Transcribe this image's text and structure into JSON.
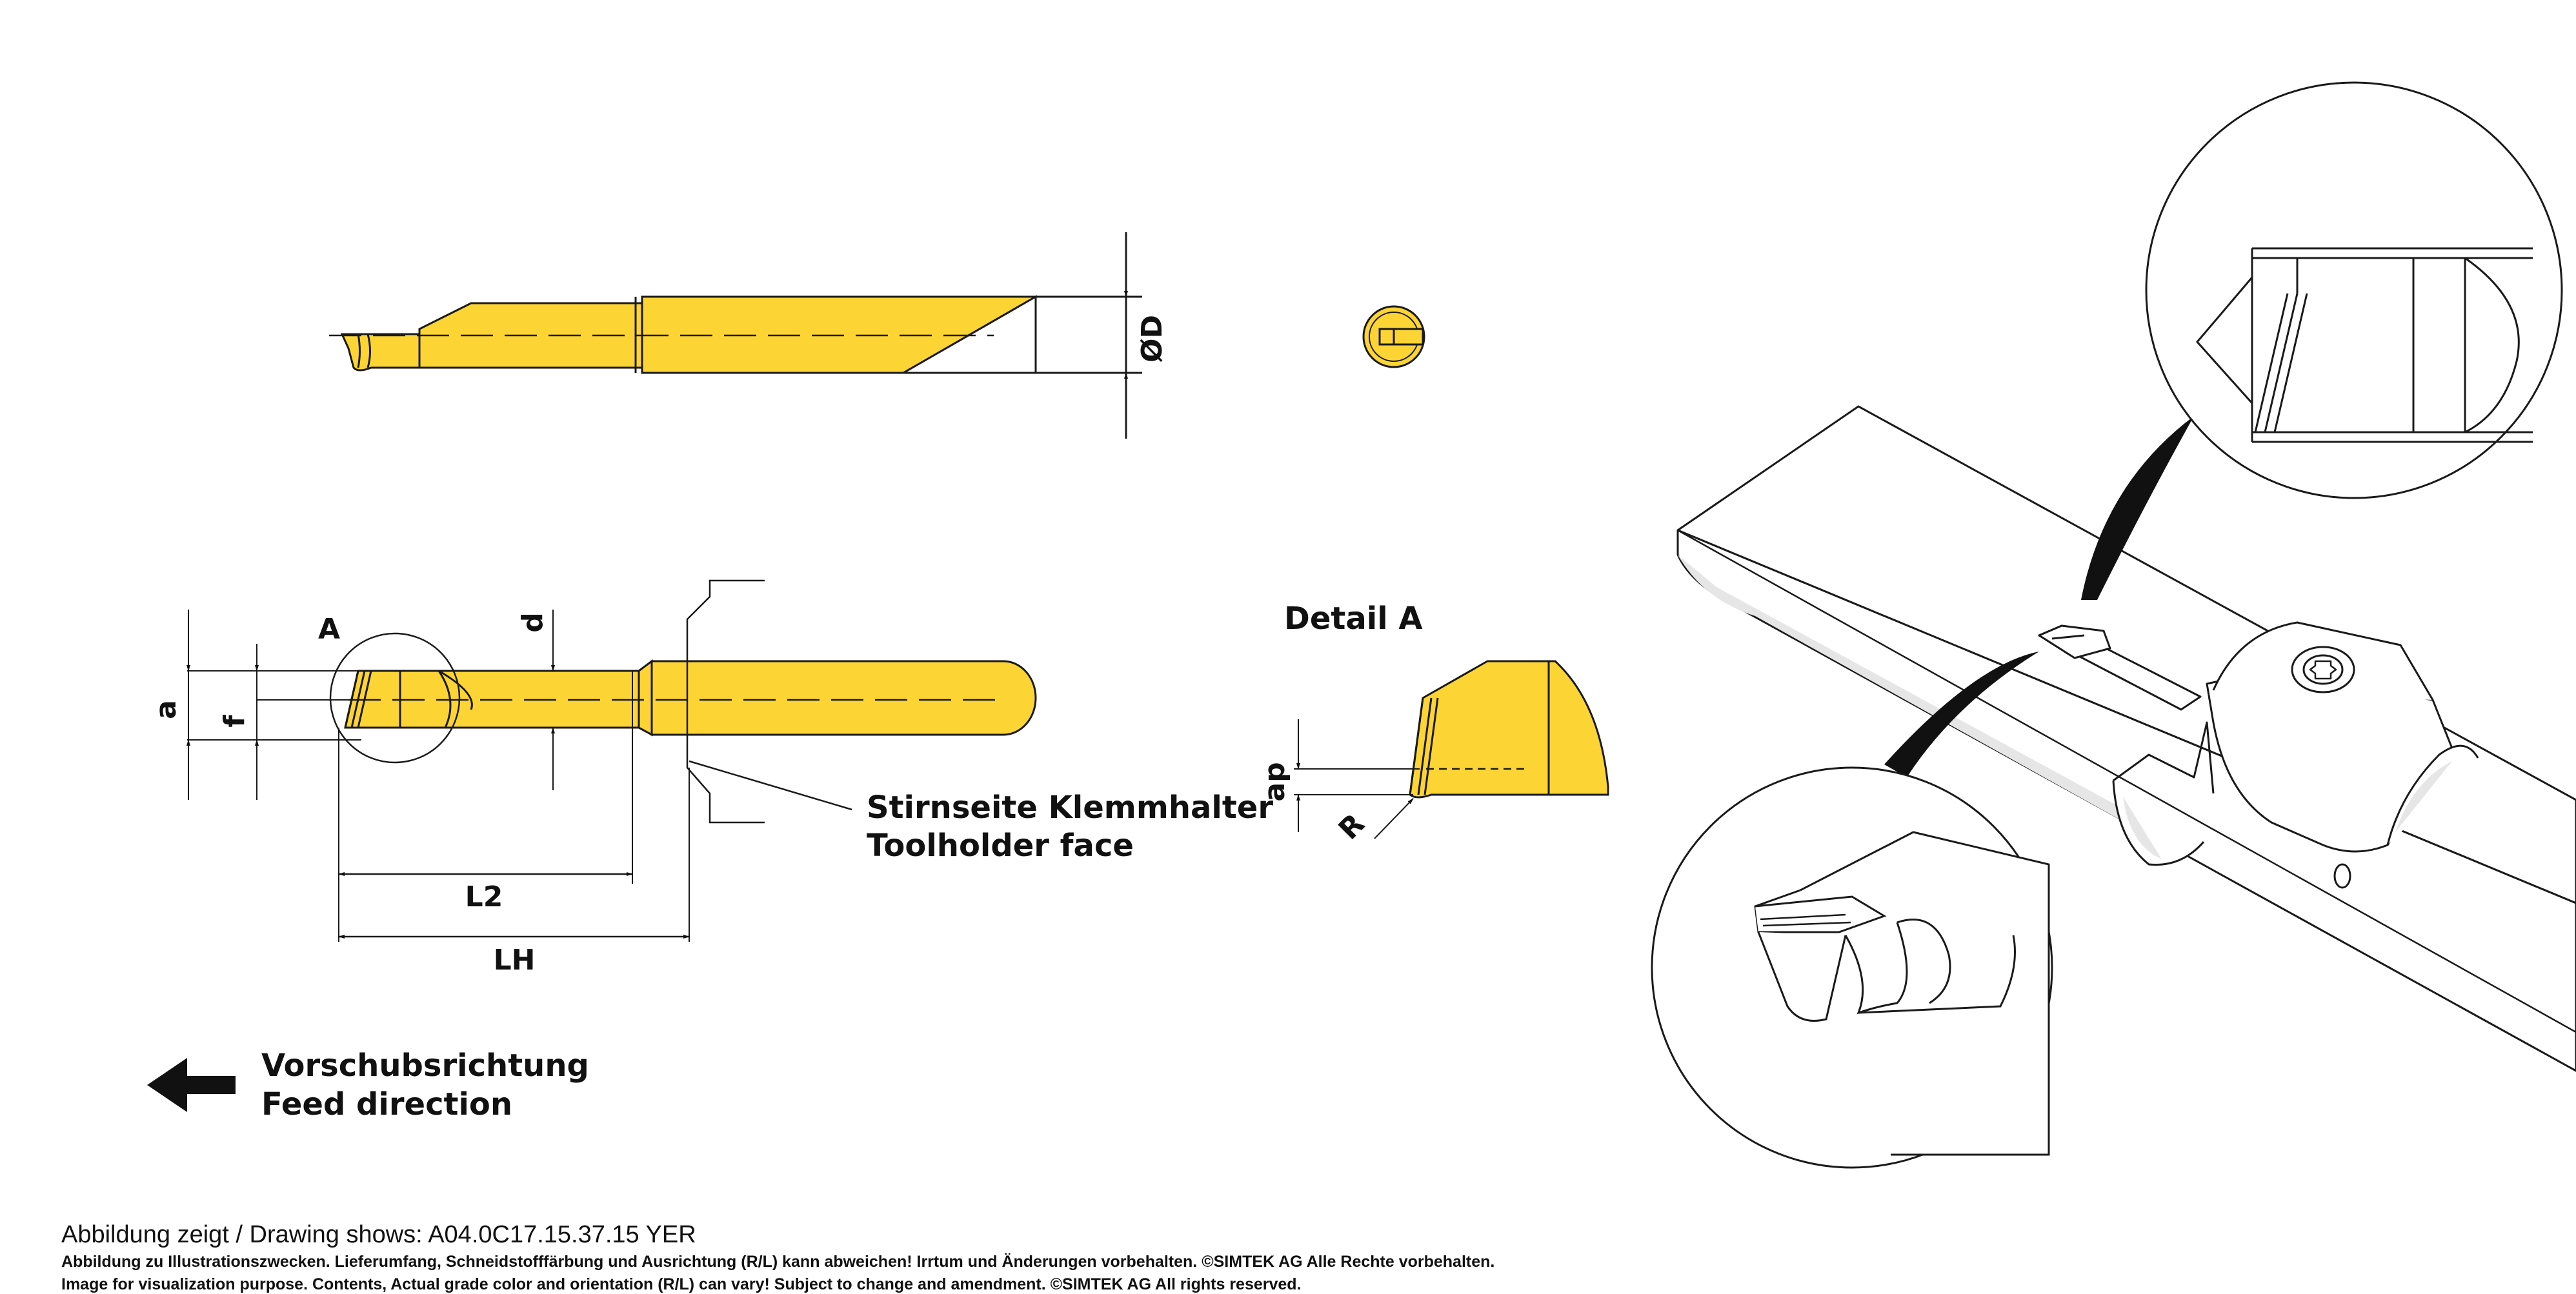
{
  "colors": {
    "carbide": "#FCD535",
    "line": "#1A1A1A",
    "light_gray": "#E6E6E6"
  },
  "top_view": {
    "dim_D": "ØD"
  },
  "side_view": {
    "detail_callout": "A",
    "dim_a": "a",
    "dim_f": "f",
    "dim_d": "d",
    "dim_L2": "L2",
    "dim_LH": "LH"
  },
  "toolholder_face": {
    "line1": "Stirnseite Klemmhalter",
    "line2": "Toolholder face"
  },
  "detail_a": {
    "title": "Detail A",
    "dim_ap": "ap",
    "dim_R": "R"
  },
  "feed": {
    "line1": "Vorschubsrichtung",
    "line2": "Feed direction",
    "icon": "arrow-left-icon"
  },
  "footer": {
    "drawing_shows": "Abbildung zeigt / Drawing shows: A04.0C17.15.37.15 YER",
    "disclaimer_de": "Abbildung zu Illustrationszwecken. Lieferumfang, Schneidstofffärbung und Ausrichtung (R/L) kann abweichen! Irrtum und Änderungen vorbehalten. ©SIMTEK AG Alle Rechte vorbehalten.",
    "disclaimer_en": "Image for visualization purpose. Contents, Actual grade color and orientation (R/L) can vary! Subject to change and amendment. ©SIMTEK AG All rights reserved."
  }
}
